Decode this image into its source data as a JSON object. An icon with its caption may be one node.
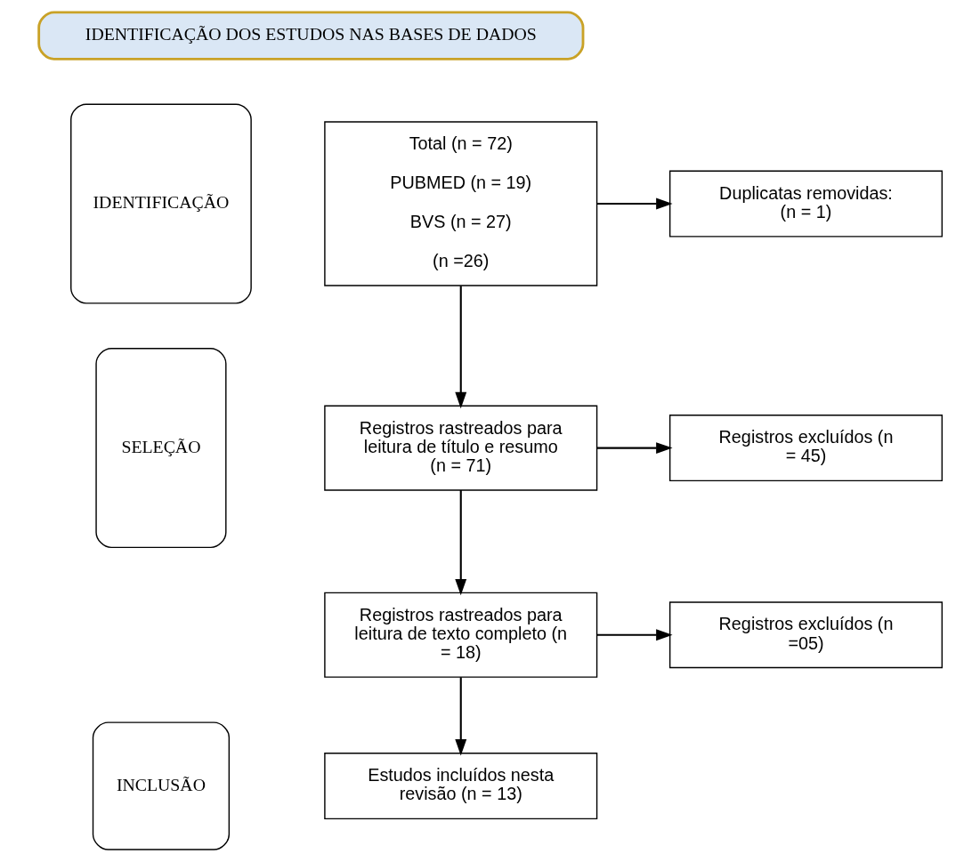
{
  "diagram": {
    "nodes": [
      {
        "text": [
          "IDENTIFICAÇÃO DOS ESTUDOS NAS BASES DE DADOS"
        ]
      },
      {
        "text": [
          "IDENTIFICAÇÃO"
        ]
      },
      {
        "text": [
          "SELEÇÃO"
        ]
      },
      {
        "text": [
          "INCLUSÃO"
        ]
      },
      {
        "text": [
          "Total (n = 72)",
          "PUBMED (n = 19)",
          "BVS (n = 27)",
          "(n =26)"
        ]
      },
      {
        "text": [
          "Duplicatas removidas: (n = 1)"
        ]
      },
      {
        "text": [
          "Registros rastreados para leitura de título e resumo (n = 71)"
        ]
      },
      {
        "text": [
          "Registros excluídos (n = 45)"
        ]
      },
      {
        "text": [
          "Registros rastreados para leitura de texto completo (n = 18)"
        ]
      },
      {
        "text": [
          "Registros excluídos (n =05)"
        ]
      },
      {
        "text": [
          "Estudos incluídos nesta revisão (n = 13)"
        ]
      }
    ],
    "edges": [
      {
        "from": 4,
        "to": 5,
        "arrow": "to"
      },
      {
        "from": 4,
        "to": 6,
        "arrow": "to"
      },
      {
        "from": 6,
        "to": 7,
        "arrow": "to"
      },
      {
        "from": 6,
        "to": 8,
        "arrow": "to"
      },
      {
        "from": 8,
        "to": 9,
        "arrow": "to"
      },
      {
        "from": 8,
        "to": 10,
        "arrow": "to"
      }
    ]
  }
}
